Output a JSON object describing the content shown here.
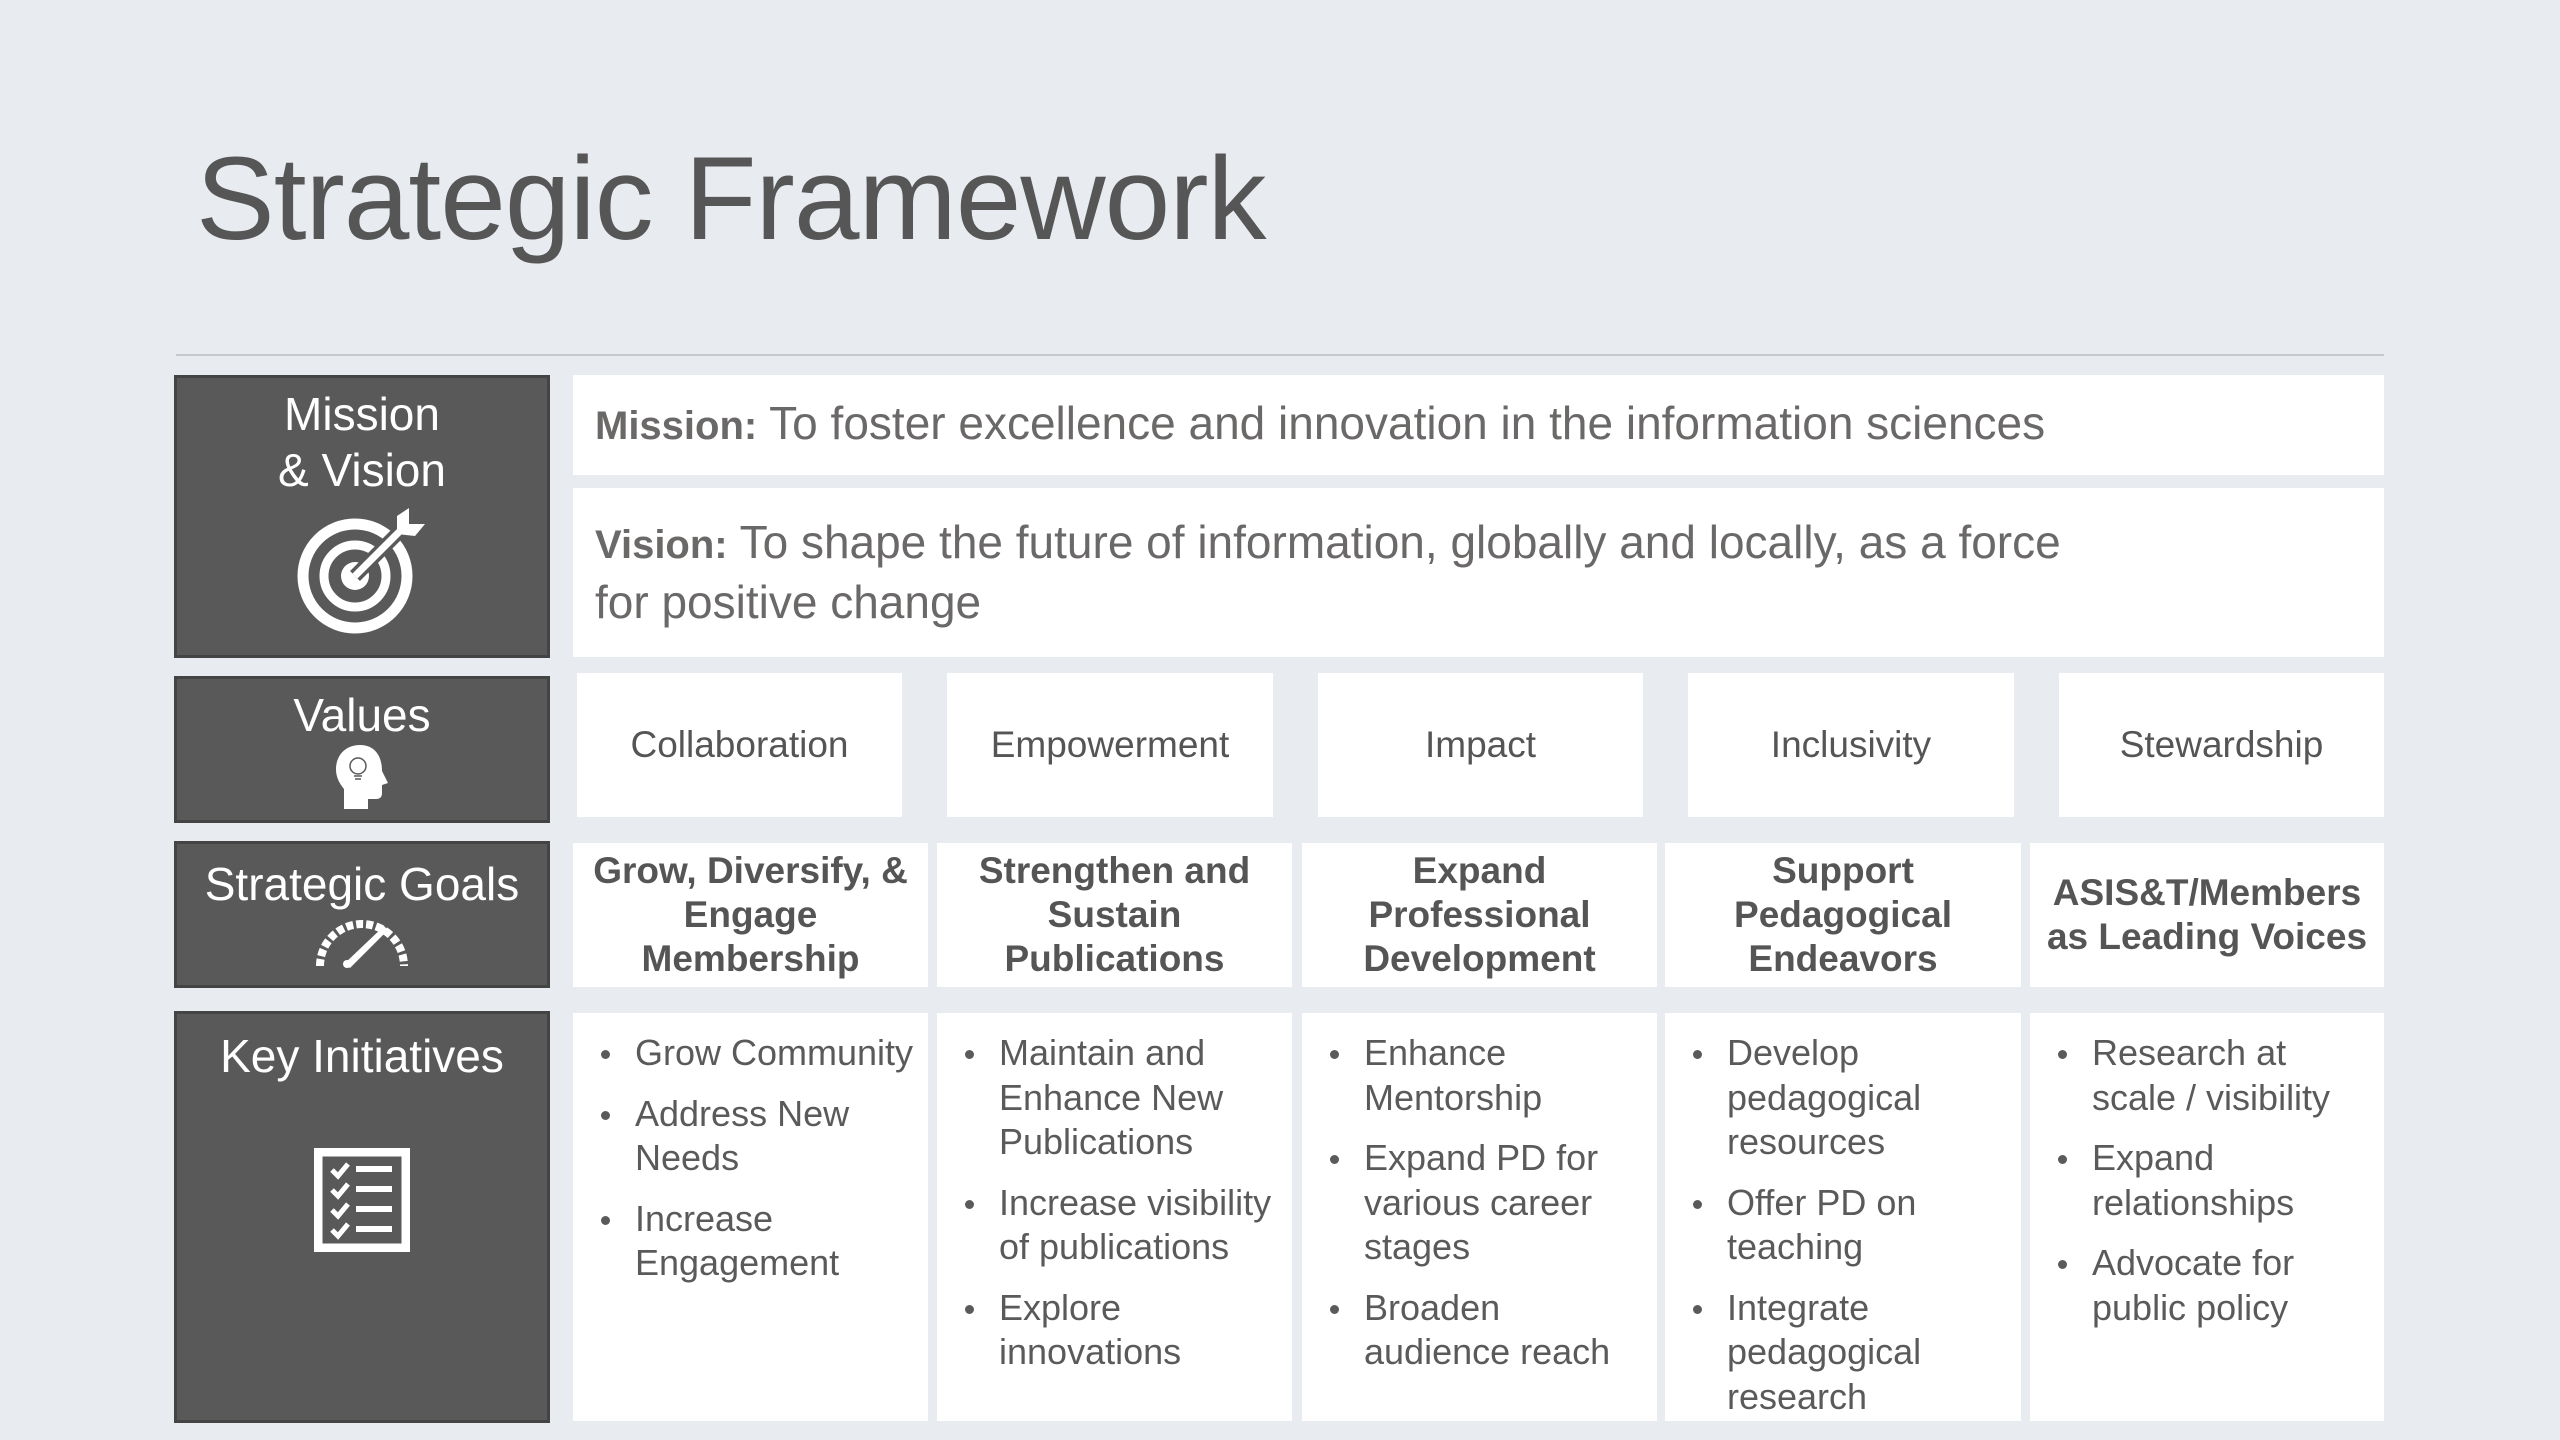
{
  "title": "Strategic Framework",
  "labels": {
    "mission_vision_line1": "Mission",
    "mission_vision_line2": "& Vision",
    "values": "Values",
    "strategic_goals": "Strategic Goals",
    "key_initiatives": "Key Initiatives"
  },
  "icons": {
    "mission_vision": "target-arrow-icon",
    "values": "head-lightbulb-icon",
    "strategic_goals": "speedometer-icon",
    "key_initiatives": "checklist-icon"
  },
  "mission": {
    "label": "Mission:",
    "text": " To foster excellence and innovation in the information sciences"
  },
  "vision": {
    "label": "Vision:",
    "text": " To shape the future of information, globally and locally, as a force for positive change"
  },
  "values": [
    "Collaboration",
    "Empowerment",
    "Impact",
    "Inclusivity",
    "Stewardship"
  ],
  "goals": [
    "Grow, Diversify, & Engage Membership",
    "Strengthen and Sustain Publications",
    "Expand Professional Development",
    "Support Pedagogical Endeavors",
    "ASIS&T/Members as Leading Voices"
  ],
  "initiatives": [
    [
      "Grow Community",
      "Address New Needs",
      "Increase Engagement"
    ],
    [
      "Maintain and Enhance New Publications",
      "Increase visibility of publications",
      "Explore innovations"
    ],
    [
      "Enhance Mentorship",
      "Expand PD for various career stages",
      "Broaden audience reach"
    ],
    [
      "Develop pedagogical resources",
      "Offer PD on teaching",
      "Integrate pedagogical research"
    ],
    [
      "Research at scale / visibility",
      "Expand relationships",
      "Advocate for public policy"
    ]
  ],
  "colors": {
    "background": "#e8ebf0",
    "label_box": "#595959",
    "card": "#ffffff",
    "title_text": "#565656"
  }
}
